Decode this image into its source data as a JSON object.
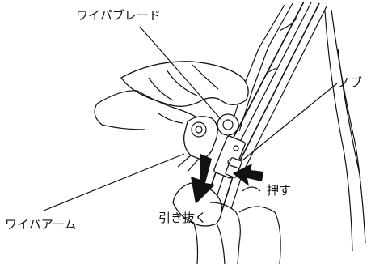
{
  "labels": {
    "wiper_blade": "ワイパブレード",
    "knob": "ノブ",
    "push": "押す",
    "wiper_arm": "ワイパアーム",
    "pull_out": "引き抜く"
  },
  "colors": {
    "line": "#111111",
    "background": "#ffffff",
    "arrow_fill": "#111111"
  }
}
